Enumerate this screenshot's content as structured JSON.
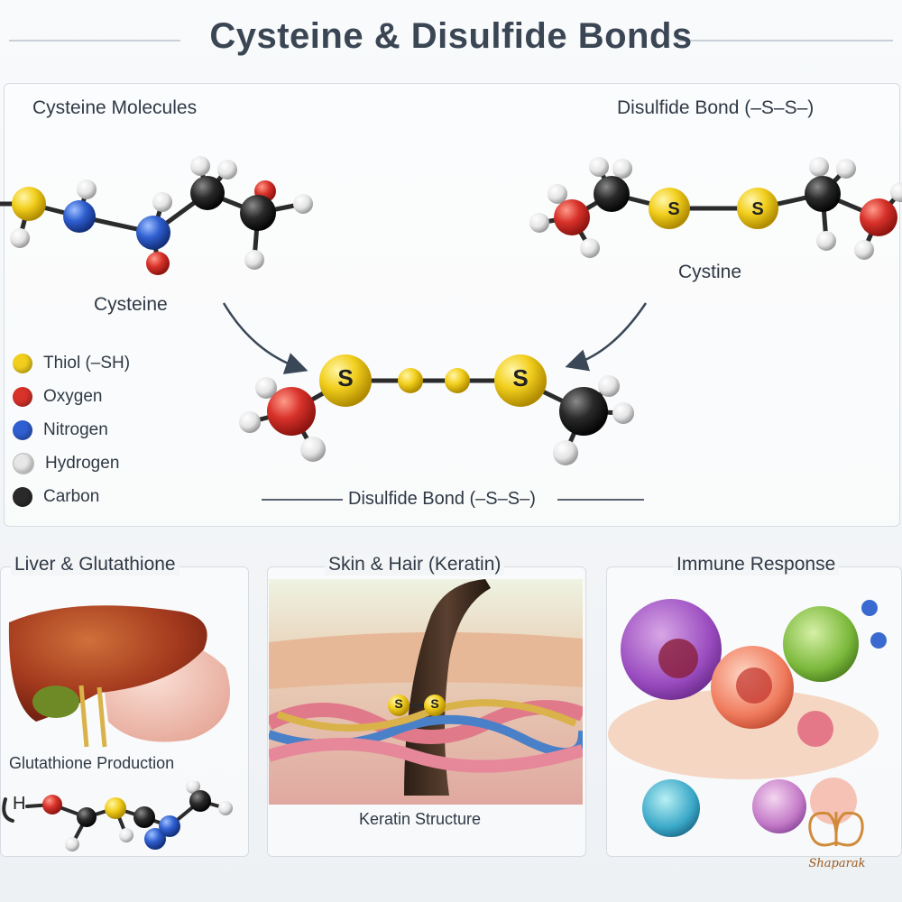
{
  "title": "Cysteine & Disulfide Bonds",
  "top_left": {
    "heading": "Cysteine Molecules",
    "caption": "Cysteine"
  },
  "top_right": {
    "heading": "Disulfide Bond (–S–S–)",
    "caption": "Cystine"
  },
  "center": {
    "caption": "Disulfide Bond (–S–S–)",
    "atom_label": "S"
  },
  "legend": [
    {
      "label": "Thiol (–SH)",
      "color": "#f2cf1d"
    },
    {
      "label": "Oxygen",
      "color": "#d8322a"
    },
    {
      "label": "Nitrogen",
      "color": "#2f5fd0"
    },
    {
      "label": "Hydrogen",
      "color": "#e7e7e7"
    },
    {
      "label": "Carbon",
      "color": "#2a2a2a"
    }
  ],
  "panels": {
    "liver": {
      "heading": "Liver & Glutathione",
      "caption": "Glutathione Production",
      "atom_h": "H"
    },
    "skin": {
      "heading": "Skin & Hair (Keratin)",
      "caption": "Keratin Structure"
    },
    "immune": {
      "heading": "Immune Response"
    }
  },
  "logo": {
    "text": "Shaparak"
  }
}
